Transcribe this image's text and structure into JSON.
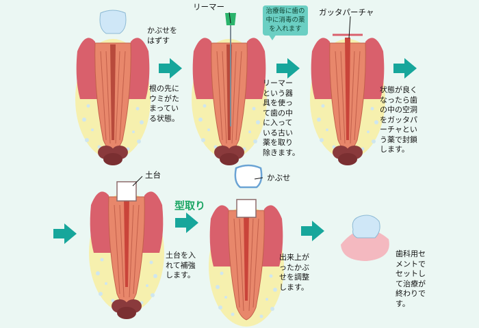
{
  "steps": [
    {
      "label": "かぶせを\nはずす",
      "desc": "根の先に\nウミがた\nまってい\nる状態。"
    },
    {
      "label": "リーマー",
      "callout": "治療毎に歯の\n中に消毒の薬\nを入れます",
      "desc": "リーマー\nという器\n具を使っ\nて歯の中\nに入って\nいる古い\n薬を取り\n除きます。"
    },
    {
      "label": "ガッタパーチャ",
      "desc": "状態が良く\nなったら歯\nの中の空洞\nをガッタパ\nーチャとい\nう薬で封鎖\nします。"
    },
    {
      "label": "土台",
      "desc": "土台を入\nれて補強\nします。"
    },
    {
      "label": "かぶせ",
      "title": "型取り",
      "desc": "出来上が\nったかぶ\nせを調整\nします。"
    },
    {
      "desc": "歯科用セ\nメントで\nセットし\nて治療が\n終わりで\nす。"
    }
  ],
  "colors": {
    "arrow": "#17a69b",
    "gum": "#d9606c",
    "bone": "#f6f0ae",
    "root": "#e8876b",
    "crown": "#cfe7f7",
    "abscess": "#8a3a3c",
    "title": "#1aa563"
  }
}
